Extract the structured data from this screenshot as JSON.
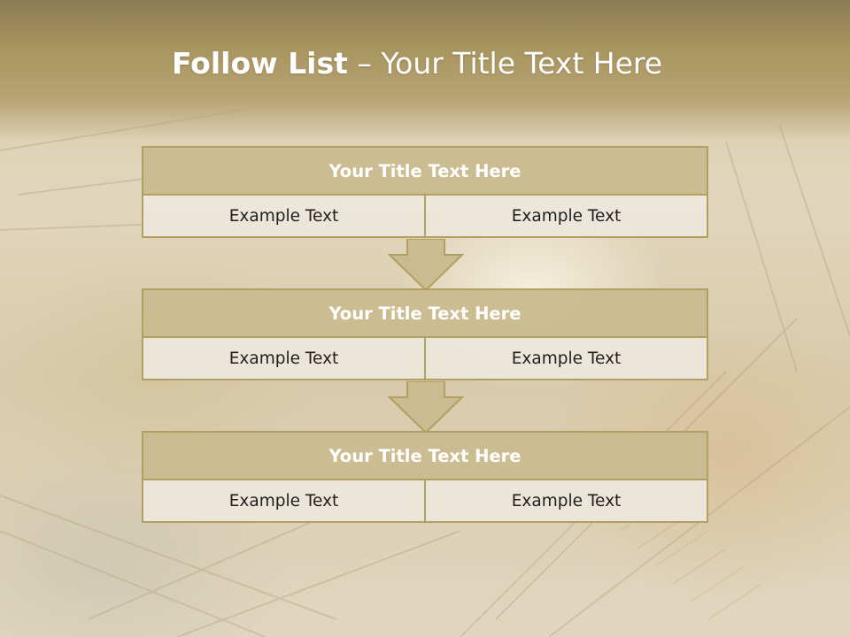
{
  "slide": {
    "title_bold": "Follow List",
    "title_dash": "–",
    "title_rest": "Your Title Text Here"
  },
  "blocks": [
    {
      "title": "Your Title Text Here",
      "cells": [
        "Example Text",
        "Example Text"
      ]
    },
    {
      "title": "Your Title Text Here",
      "cells": [
        "Example Text",
        "Example Text"
      ]
    },
    {
      "title": "Your Title Text Here",
      "cells": [
        "Example Text",
        "Example Text"
      ]
    }
  ],
  "colors": {
    "title_band": "#a8955f",
    "block_header": "#cabb90",
    "block_border": "#b29f62",
    "cell_fill": "#ece6dc",
    "arrow": "#cabb90"
  },
  "icons": [
    "down-arrow-icon",
    "down-arrow-icon"
  ]
}
